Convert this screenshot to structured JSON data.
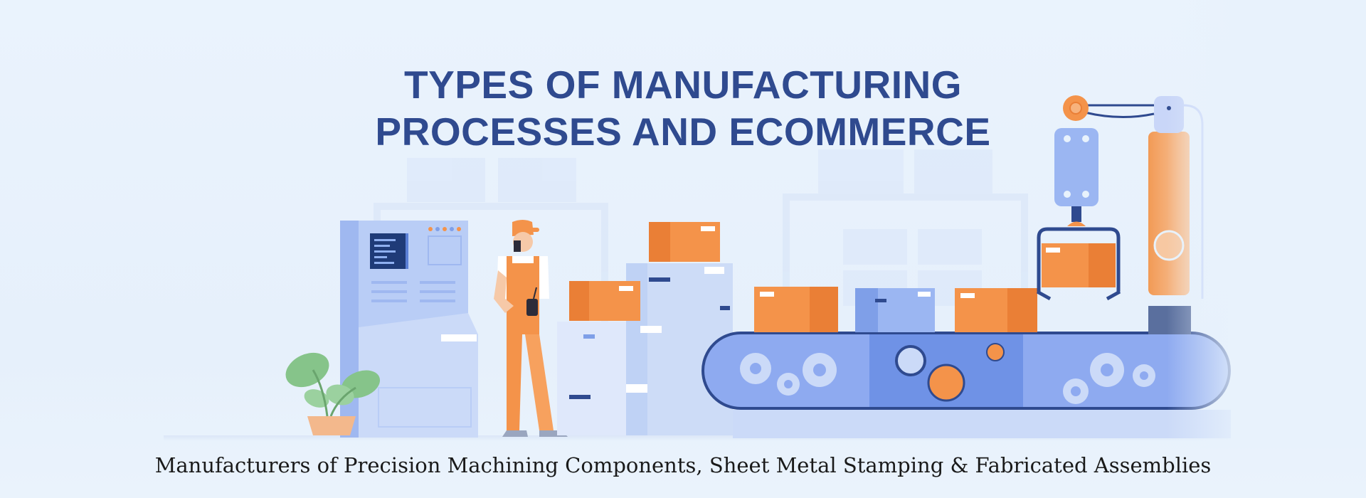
{
  "banner": {
    "title_line1": "TYPES OF MANUFACTURING",
    "title_line2": "PROCESSES AND ECOMMERCE",
    "tagline": "Manufacturers of Precision Machining Components, Sheet Metal Stamping & Fabricated Assemblies"
  },
  "colors": {
    "background": "#e8f2fc",
    "title": "#2f4a8f",
    "orange": "#f4934a",
    "blue": "#7f9fe8",
    "light_blue": "#cfdcf8"
  },
  "icons": [
    "plant-icon",
    "worker-icon",
    "gear-icon",
    "robot-arm-icon",
    "box-icon",
    "control-panel-icon"
  ]
}
